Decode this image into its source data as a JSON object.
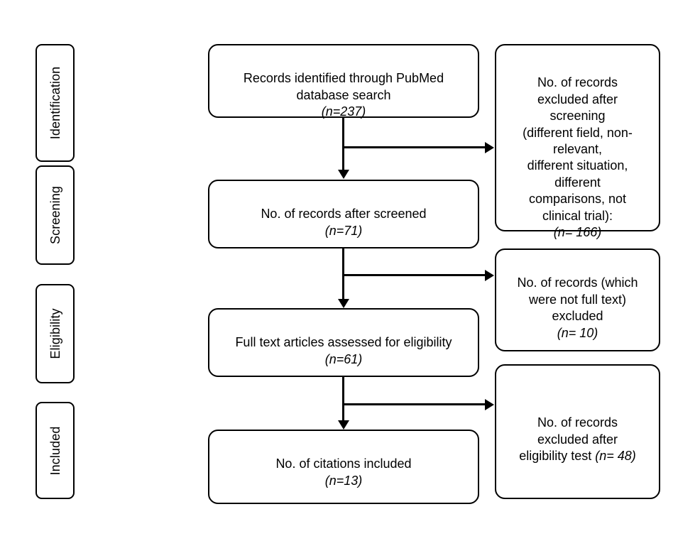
{
  "diagram": {
    "title": "PRISMA study selection flow diagram",
    "stroke_color": "#000000",
    "background_color": "#ffffff",
    "stages": [
      {
        "id": "identification",
        "label": "Identification"
      },
      {
        "id": "screening",
        "label": "Screening"
      },
      {
        "id": "eligibility",
        "label": "Eligibility"
      },
      {
        "id": "included",
        "label": "Included"
      }
    ],
    "main_boxes": [
      {
        "id": "records-identified",
        "text": "Records identified through PubMed\ndatabase search",
        "count": "(n=237)"
      },
      {
        "id": "records-after-screened",
        "text": "No. of records after screened",
        "count": "(n=71)"
      },
      {
        "id": "full-text-assessed",
        "text": "Full text articles assessed for eligibility",
        "count": "(n=61)"
      },
      {
        "id": "citations-included",
        "text": "No. of citations included",
        "count": "(n=13)"
      }
    ],
    "exclusion_boxes": [
      {
        "id": "excluded-after-screening",
        "text": "No. of records\nexcluded after\nscreening\n(different field, non-\nrelevant,\ndifferent situation,\ndifferent\ncomparisons, not\nclinical trial):",
        "count": "(n= 166)"
      },
      {
        "id": "excluded-not-full-text",
        "text": "No. of records (which\nwere not full text)\nexcluded",
        "count": "(n= 10)"
      },
      {
        "id": "excluded-after-eligibility",
        "text": "No. of records\nexcluded after\neligibility test ",
        "count": "(n= 48)"
      }
    ],
    "connectors": [
      {
        "id": "identified-to-screened",
        "type": "vertical-arrow"
      },
      {
        "id": "screened-to-fulltext",
        "type": "vertical-arrow"
      },
      {
        "id": "fulltext-to-included",
        "type": "vertical-arrow"
      },
      {
        "id": "branch-to-screening-exclusions",
        "type": "horizontal-arrow"
      },
      {
        "id": "branch-to-fulltext-exclusions",
        "type": "horizontal-arrow"
      },
      {
        "id": "branch-to-eligibility-exclusions",
        "type": "horizontal-arrow"
      }
    ]
  }
}
